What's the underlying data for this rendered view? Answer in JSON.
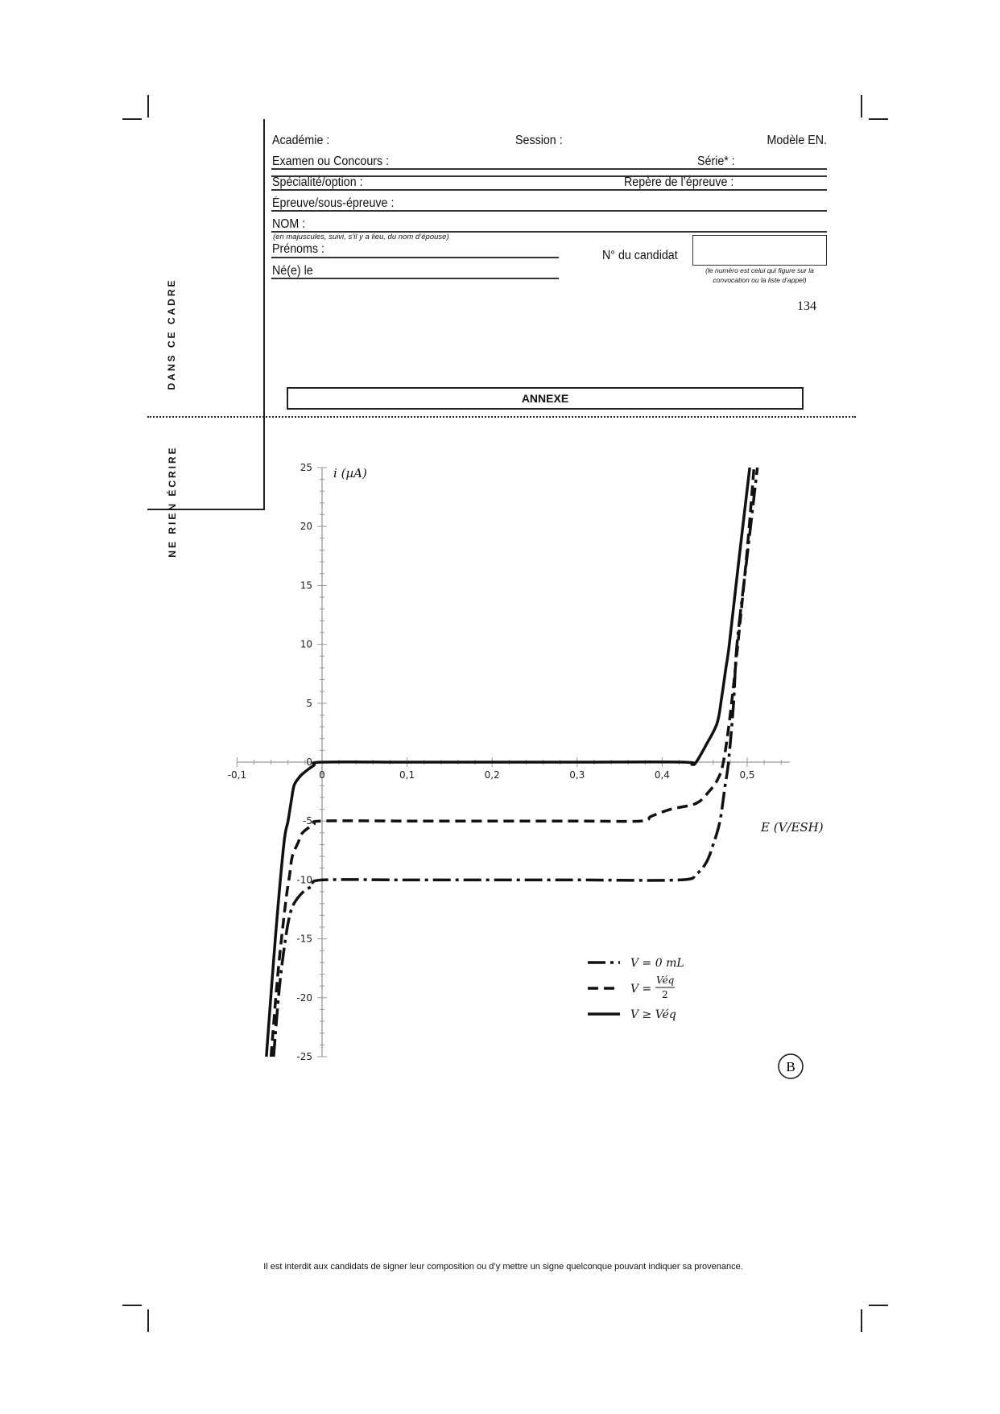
{
  "header": {
    "academie": "Académie :",
    "session": "Session :",
    "modele": "Modèle EN.",
    "examen": "Examen ou Concours :",
    "serie": "Série* :",
    "specialite": "Spécialité/option :",
    "repere": "Repère de l’épreuve :",
    "epreuve": "Épreuve/sous-épreuve :",
    "nom": "NOM :",
    "nom_note": "(en majuscules, suivi, s’il y a lieu, du nom d’épouse)",
    "prenoms": "Prénoms :",
    "ne_le": "Né(e) le",
    "candidat": "N° du candidat",
    "candidat_note_1": "(le numéro est celui qui figure sur la",
    "candidat_note_2": "convocation ou la liste d’appel)"
  },
  "margin": {
    "ne_rien_ecrire": "NE RIEN ÉCRIRE",
    "dans_ce_cadre": "DANS CE CADRE"
  },
  "page_number": "134",
  "annexe_title": "ANNEXE",
  "subject_mark": "B",
  "footer": "Il est interdit aux candidats de signer leur composition ou d’y mettre un signe quelconque pouvant indiquer sa provenance.",
  "chart_data": {
    "type": "line",
    "xlabel": "E (V/ESH)",
    "ylabel": "i (µA)",
    "xlim": [
      -0.1,
      0.55
    ],
    "ylim": [
      -25,
      25
    ],
    "x_ticks": [
      "-0,1",
      "0",
      "0,1",
      "0,2",
      "0,3",
      "0,4",
      "0,5"
    ],
    "x_tick_values": [
      -0.1,
      0,
      0.1,
      0.2,
      0.3,
      0.4,
      0.5
    ],
    "y_ticks": [
      "25",
      "20",
      "15",
      "10",
      "5",
      "0",
      "-5",
      "-10",
      "-15",
      "-20",
      "-25"
    ],
    "y_tick_values": [
      25,
      20,
      15,
      10,
      5,
      0,
      -5,
      -10,
      -15,
      -20,
      -25
    ],
    "legend_position": "bottom-right",
    "series": [
      {
        "name": "V = 0 mL",
        "style": "long-dash-dot",
        "legend": {
          "prefix": "V = 0 mL"
        },
        "points": [
          [
            -0.057,
            -25
          ],
          [
            -0.05,
            -19
          ],
          [
            -0.043,
            -15
          ],
          [
            -0.038,
            -13
          ],
          [
            -0.033,
            -12
          ],
          [
            -0.022,
            -11
          ],
          [
            -0.011,
            -10.5
          ],
          [
            0,
            -10
          ],
          [
            0.1,
            -10
          ],
          [
            0.2,
            -10
          ],
          [
            0.3,
            -10
          ],
          [
            0.42,
            -10
          ],
          [
            0.44,
            -9.5
          ],
          [
            0.452,
            -8.5
          ],
          [
            0.46,
            -7
          ],
          [
            0.468,
            -5
          ],
          [
            0.474,
            -2
          ],
          [
            0.478,
            0
          ],
          [
            0.484,
            5
          ],
          [
            0.488,
            10
          ],
          [
            0.5,
            17.5
          ],
          [
            0.512,
            25
          ]
        ]
      },
      {
        "name": "V = Véq/2",
        "style": "dash",
        "legend": {
          "prefix": "V =",
          "num": "Véq",
          "den": "2"
        },
        "points": [
          [
            -0.06,
            -25
          ],
          [
            -0.052,
            -18
          ],
          [
            -0.043,
            -12
          ],
          [
            -0.038,
            -9.5
          ],
          [
            -0.035,
            -8
          ],
          [
            -0.028,
            -6.8
          ],
          [
            -0.023,
            -6
          ],
          [
            -0.01,
            -5.3
          ],
          [
            0,
            -5
          ],
          [
            0.1,
            -5
          ],
          [
            0.2,
            -5
          ],
          [
            0.3,
            -5
          ],
          [
            0.375,
            -5
          ],
          [
            0.387,
            -4.6
          ],
          [
            0.41,
            -4
          ],
          [
            0.44,
            -3.5
          ],
          [
            0.455,
            -2.5
          ],
          [
            0.465,
            -1.5
          ],
          [
            0.472,
            0
          ],
          [
            0.48,
            4
          ],
          [
            0.489,
            10
          ],
          [
            0.5,
            18
          ],
          [
            0.508,
            25
          ]
        ]
      },
      {
        "name": "V ≥ Véq",
        "style": "solid",
        "legend": {
          "prefix": "V ≥ Véq"
        },
        "points": [
          [
            -0.0655,
            -25
          ],
          [
            -0.055,
            -15
          ],
          [
            -0.045,
            -7
          ],
          [
            -0.04,
            -5
          ],
          [
            -0.036,
            -3.2
          ],
          [
            -0.033,
            -2
          ],
          [
            -0.028,
            -1.4
          ],
          [
            -0.023,
            -1
          ],
          [
            -0.01,
            -0.3
          ],
          [
            0,
            0
          ],
          [
            0.1,
            0
          ],
          [
            0.2,
            0
          ],
          [
            0.3,
            0
          ],
          [
            0.425,
            0
          ],
          [
            0.435,
            -0.2
          ],
          [
            0.44,
            0
          ],
          [
            0.452,
            1.5
          ],
          [
            0.4646,
            3.3
          ],
          [
            0.47,
            5.5
          ],
          [
            0.475,
            8
          ],
          [
            0.479,
            10
          ],
          [
            0.49,
            17
          ],
          [
            0.503,
            25
          ]
        ]
      }
    ]
  }
}
